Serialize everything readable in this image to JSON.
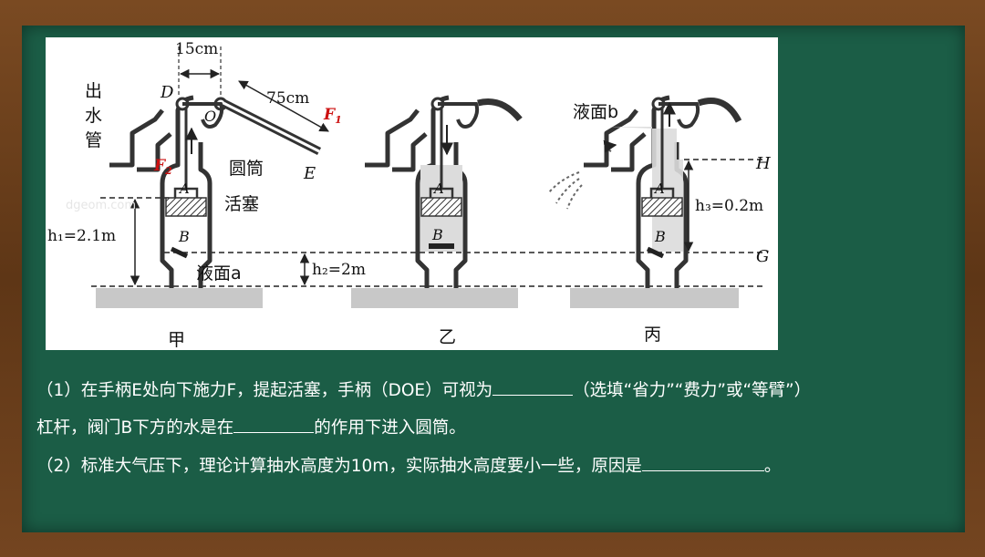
{
  "figure": {
    "panels": [
      "甲",
      "乙",
      "丙"
    ],
    "labels": {
      "outlet": [
        "出",
        "水",
        "管"
      ],
      "D": "D",
      "O": "O",
      "E": "E",
      "F1": "F",
      "F1_sub": "1",
      "F2": "F",
      "F2_sub": "2",
      "A": "A",
      "B": "B",
      "cylinder": "圆筒",
      "piston": "活塞",
      "dim_15": "15cm",
      "dim_75": "75cm",
      "h1": "h₁=2.1m",
      "h2": "h₂=2m",
      "h3": "h₃=0.2m",
      "surface_a": "液面a",
      "surface_b": "液面b",
      "H": "H",
      "G": "G",
      "watermark": "dgeom.com"
    }
  },
  "questions": {
    "q1_line1_a": "（1）在手柄E处向下施力F，提起活塞，手柄（DOE）可视为",
    "q1_line1_b": "（选填“省力”“费力”或“等臂”）",
    "q1_line2_a": "杠杆，阀门B下方的水是在",
    "q1_line2_b": "的作用下进入圆筒。",
    "q2_a": "（2）标准大气压下，理论计算抽水高度为10m，实际抽水高度要小一些，原因是",
    "q2_b": "。"
  }
}
